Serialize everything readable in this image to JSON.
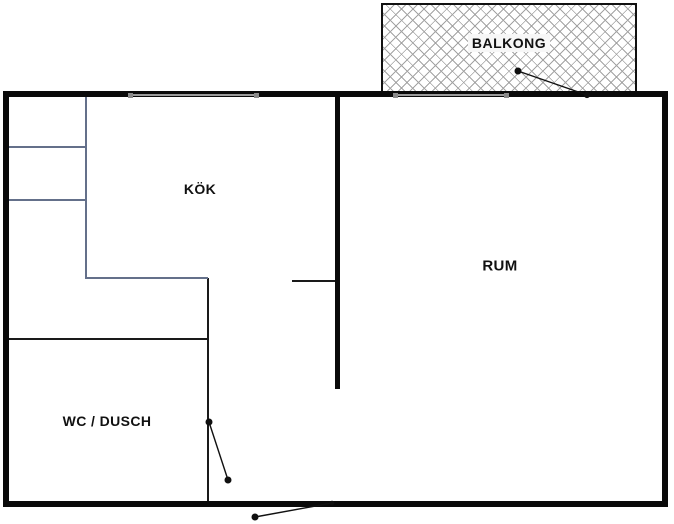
{
  "floorplan": {
    "type": "apartment-floorplan",
    "rooms": [
      {
        "id": "balkong",
        "label": "BALKONG"
      },
      {
        "id": "kok",
        "label": "KÖK"
      },
      {
        "id": "rum",
        "label": "RUM"
      },
      {
        "id": "wc-dusch",
        "label": "WC / DUSCH"
      }
    ],
    "colors": {
      "wall": "#0a0a0a",
      "counter_line": "#64708a",
      "window_line": "#9b9b9b",
      "balcony_hatch": "#a3a3a3",
      "background": "#ffffff",
      "label_text": "#111111"
    },
    "annotations": [
      {
        "id": "balcony-door-arrow"
      },
      {
        "id": "wc-door-arrow"
      },
      {
        "id": "entry-door-arrow"
      }
    ]
  }
}
